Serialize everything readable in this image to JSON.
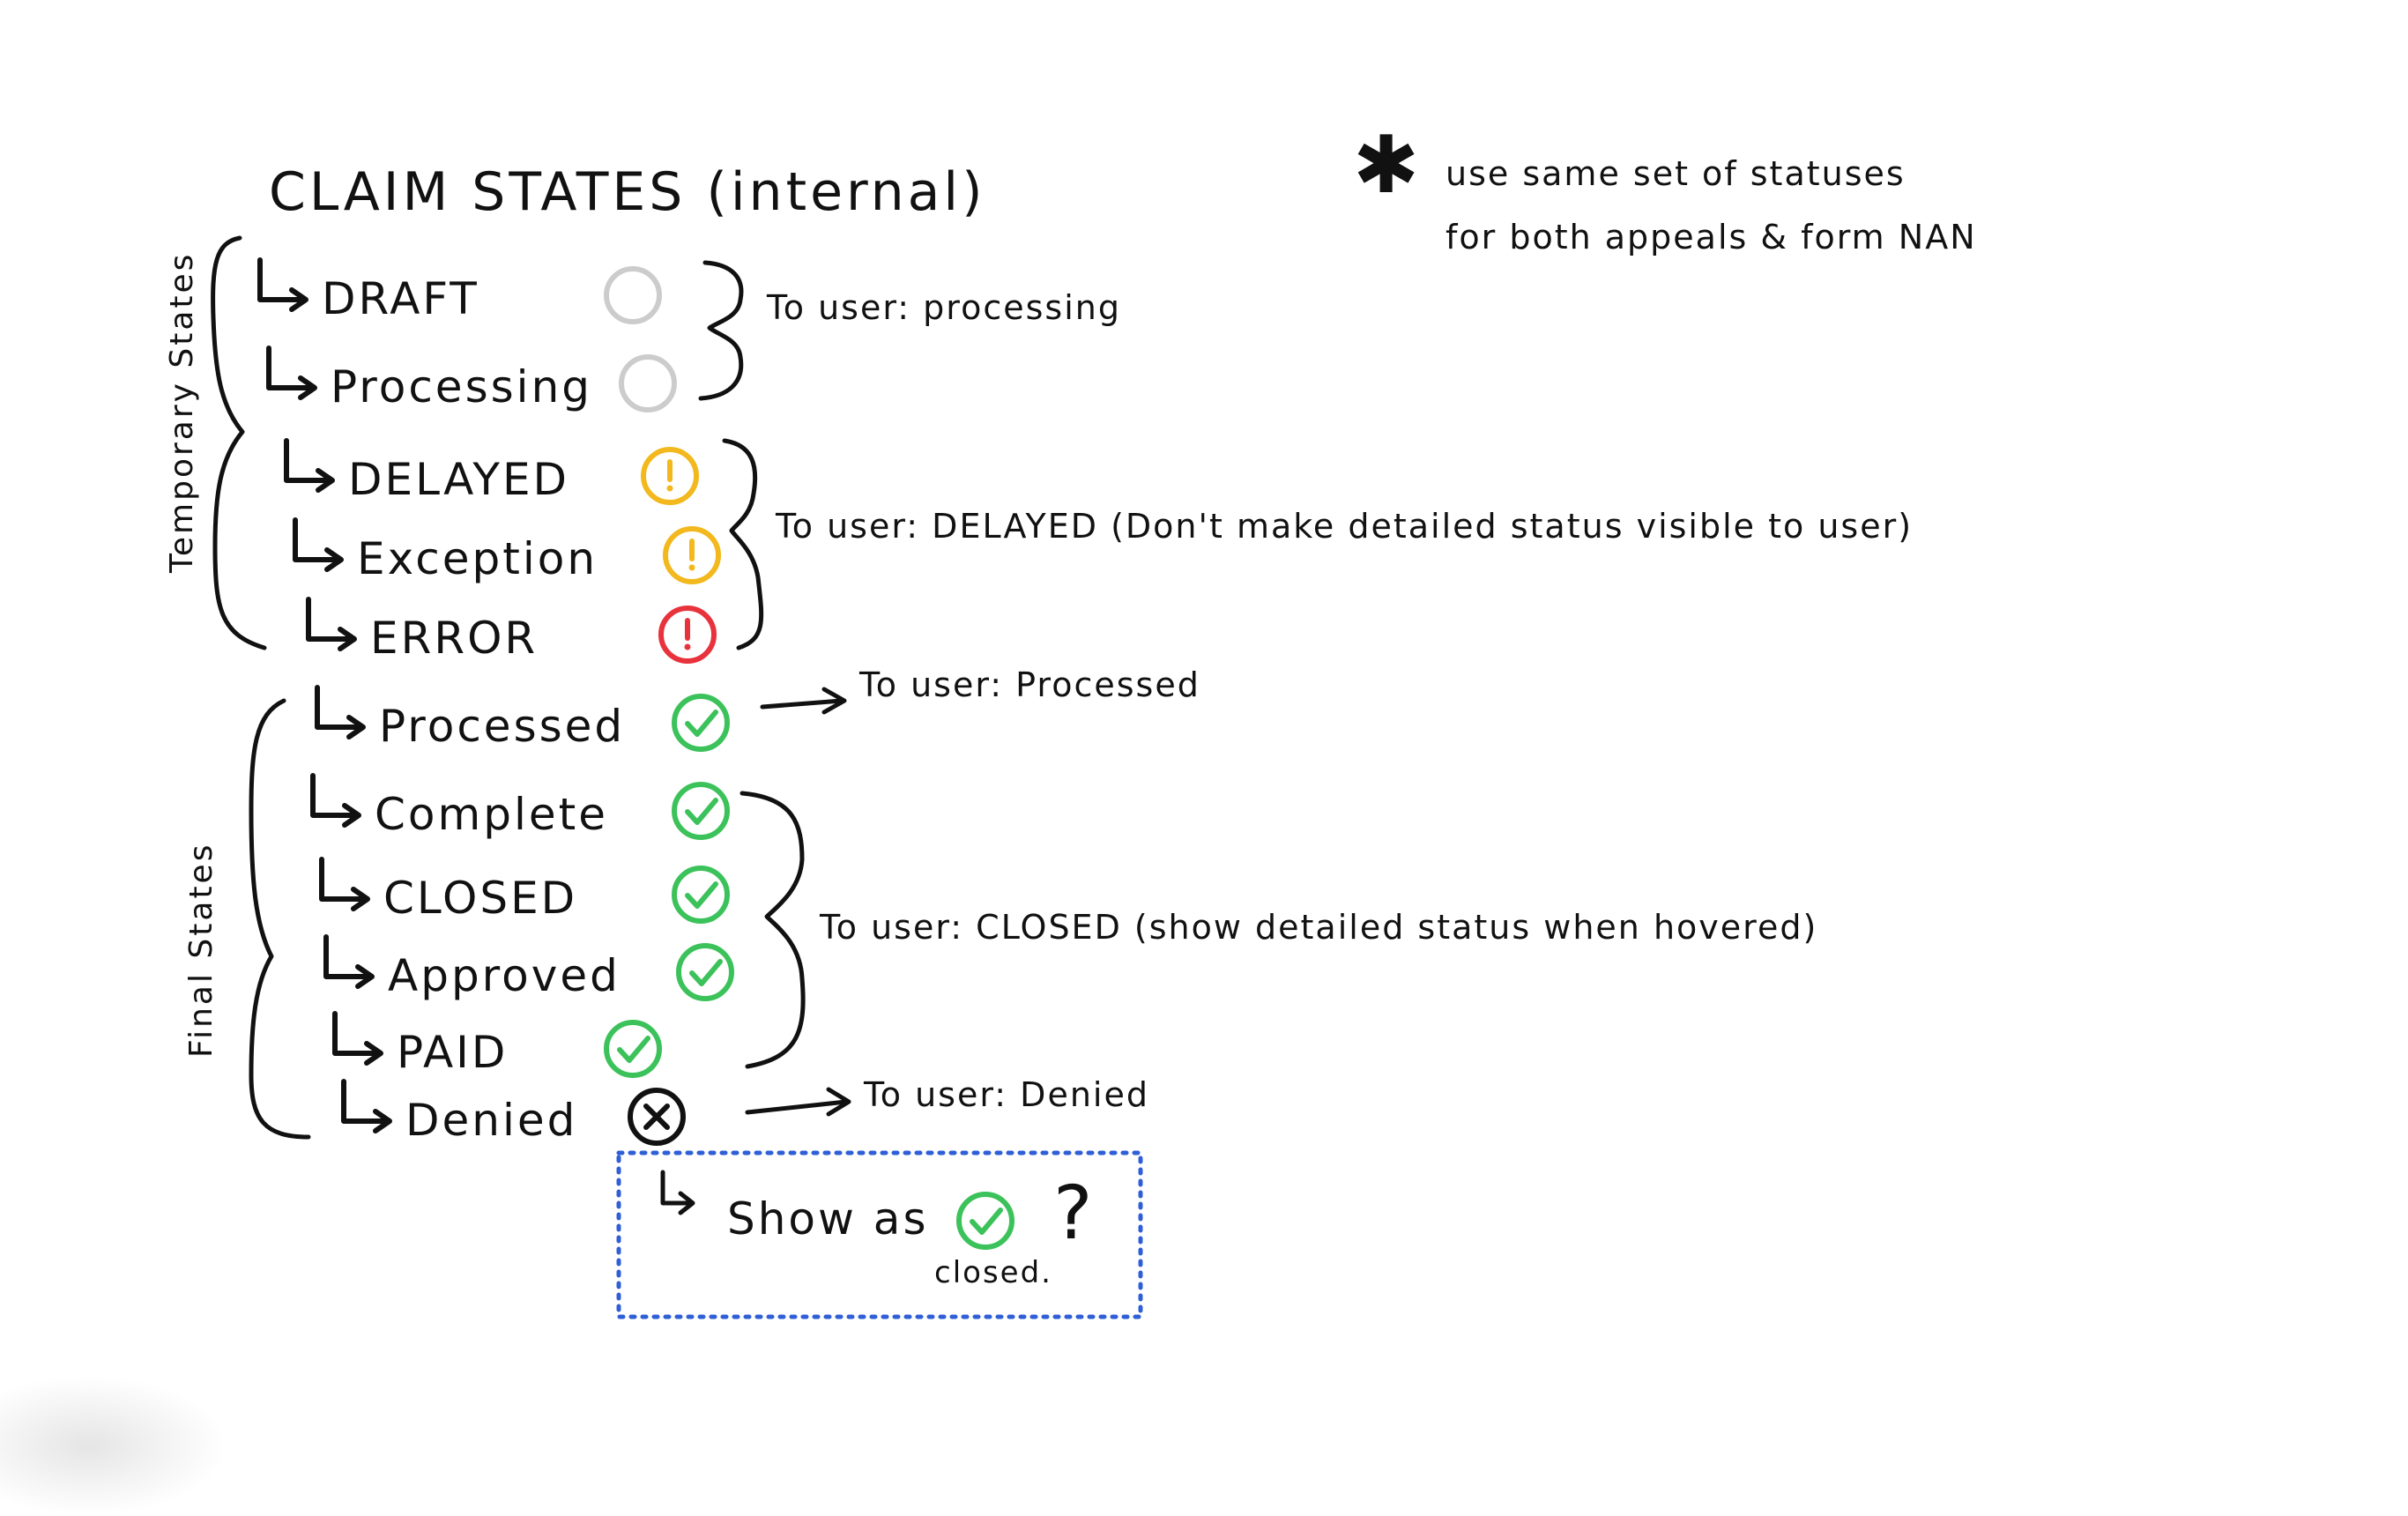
{
  "title": "CLAIM STATES (internal)",
  "top_note": {
    "asterisk": "✱",
    "line1": "use same set of statuses",
    "line2": "for both appeals & form NAN"
  },
  "groups": {
    "temporary": {
      "label": "Temporary States"
    },
    "final": {
      "label": "Final States"
    }
  },
  "states": [
    {
      "label": "DRAFT",
      "status": "neutral",
      "icon": "empty-circle-icon"
    },
    {
      "label": "Processing",
      "status": "neutral",
      "icon": "empty-circle-icon"
    },
    {
      "label": "DELAYED",
      "status": "warning",
      "icon": "exclamation-circle-icon"
    },
    {
      "label": "Exception",
      "status": "warning",
      "icon": "exclamation-circle-icon"
    },
    {
      "label": "ERROR",
      "status": "error",
      "icon": "exclamation-circle-icon"
    },
    {
      "label": "Processed",
      "status": "success",
      "icon": "check-circle-icon"
    },
    {
      "label": "Complete",
      "status": "success",
      "icon": "check-circle-icon"
    },
    {
      "label": "CLOSED",
      "status": "success",
      "icon": "check-circle-icon"
    },
    {
      "label": "Approved",
      "status": "success",
      "icon": "check-circle-icon"
    },
    {
      "label": "PAID",
      "status": "success",
      "icon": "check-circle-icon"
    },
    {
      "label": "Denied",
      "status": "denied",
      "icon": "x-circle-icon"
    }
  ],
  "notes": {
    "processing": "To user: processing",
    "delayed": "To user: DELAYED (Don't make detailed status visible to user)",
    "processed": "To user: Processed",
    "closed": "To user: CLOSED (show detailed status when hovered)",
    "denied": "To user: Denied"
  },
  "denied_box": {
    "text": "Show as",
    "sub": "closed.",
    "question": "?"
  },
  "colors": {
    "ink": "#111111",
    "neutral": "#cccccc",
    "warning": "#f2b81d",
    "error": "#e8323c",
    "success": "#3cc25a",
    "box": "#2f5fd6"
  }
}
